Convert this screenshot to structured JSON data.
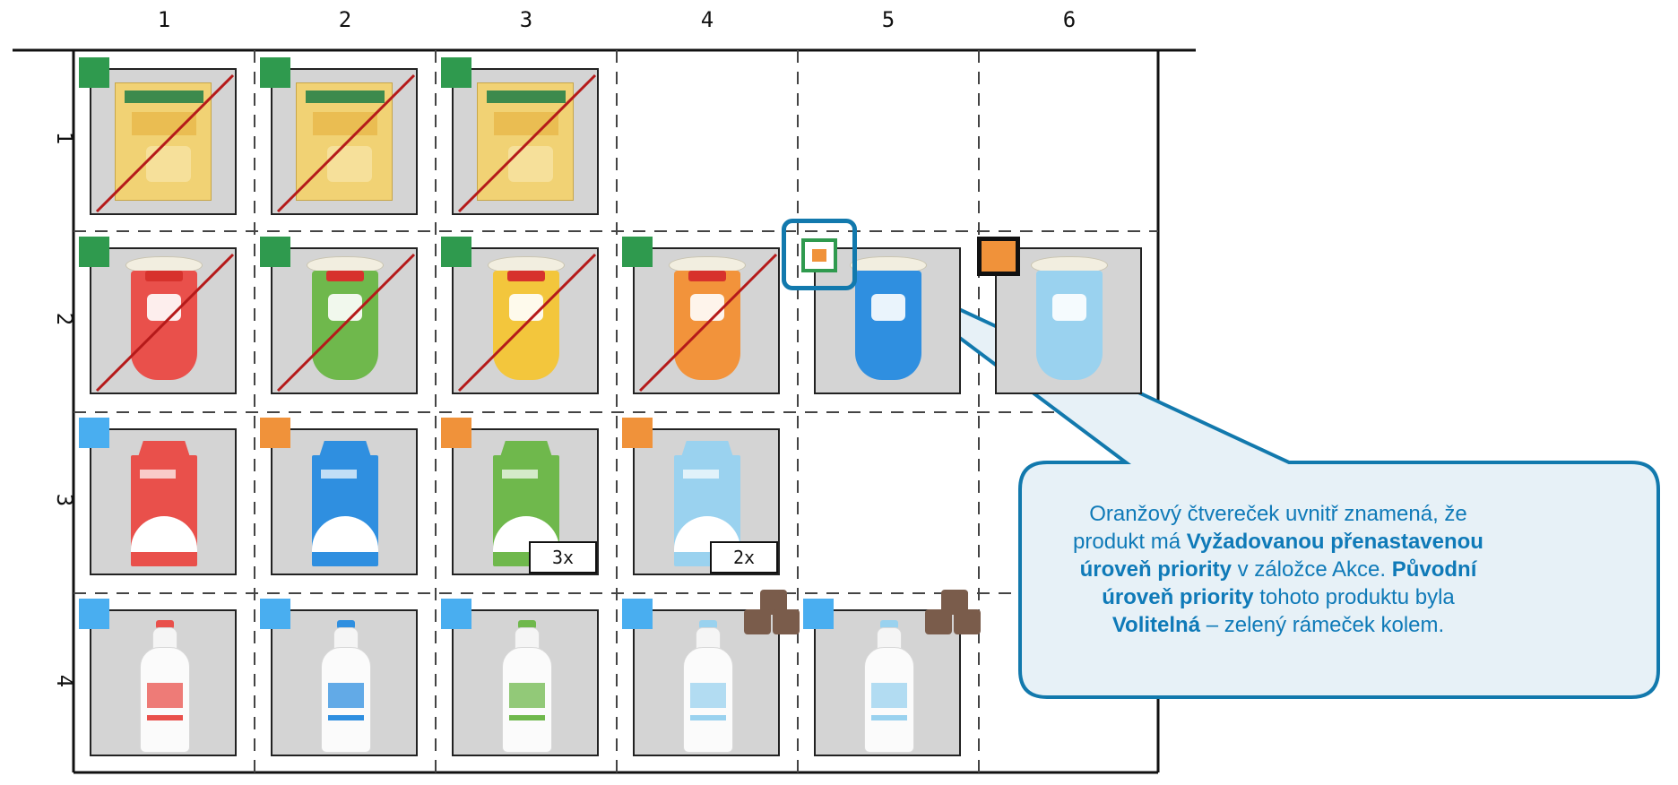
{
  "columns": [
    "1",
    "2",
    "3",
    "4",
    "5",
    "6"
  ],
  "rows": [
    "1",
    "2",
    "3",
    "4"
  ],
  "colors": {
    "green_flag": "#2f9a4e",
    "blue_flag": "#49aef0",
    "orange_flag": "#f0923a",
    "strike_line": "#b51a1a",
    "callout_border": "#1279ad",
    "callout_fill": "#e7f1f7",
    "callout_text": "#0f7ab8"
  },
  "cells": [
    {
      "row": 1,
      "col": 1,
      "product": "cheese-package",
      "flag": "green",
      "crossed": true
    },
    {
      "row": 1,
      "col": 2,
      "product": "cheese-package",
      "flag": "green",
      "crossed": true
    },
    {
      "row": 1,
      "col": 3,
      "product": "cheese-package",
      "flag": "green",
      "crossed": true
    },
    {
      "row": 2,
      "col": 1,
      "product": "yogurt-cup-red",
      "flag": "green",
      "crossed": true
    },
    {
      "row": 2,
      "col": 2,
      "product": "yogurt-cup-green",
      "flag": "green",
      "crossed": true
    },
    {
      "row": 2,
      "col": 3,
      "product": "yogurt-cup-yellow",
      "flag": "green",
      "crossed": true
    },
    {
      "row": 2,
      "col": 4,
      "product": "yogurt-cup-orange",
      "flag": "green",
      "crossed": true
    },
    {
      "row": 2,
      "col": 5,
      "product": "yogurt-cup-blue",
      "flag": "orange-in-green",
      "crossed": false
    },
    {
      "row": 2,
      "col": 6,
      "product": "yogurt-cup-lightblue",
      "flag": "orange-black",
      "crossed": false
    },
    {
      "row": 3,
      "col": 1,
      "product": "milk-carton-red",
      "flag": "blue",
      "crossed": false
    },
    {
      "row": 3,
      "col": 2,
      "product": "milk-carton-blue",
      "flag": "orange",
      "crossed": false
    },
    {
      "row": 3,
      "col": 3,
      "product": "milk-carton-green",
      "flag": "orange",
      "crossed": false,
      "qty": "3x"
    },
    {
      "row": 3,
      "col": 4,
      "product": "milk-carton-lightblue",
      "flag": "orange",
      "crossed": false,
      "qty": "2x"
    },
    {
      "row": 4,
      "col": 1,
      "product": "milk-bottle-red",
      "flag": "blue",
      "crossed": false
    },
    {
      "row": 4,
      "col": 2,
      "product": "milk-bottle-blue",
      "flag": "blue",
      "crossed": false
    },
    {
      "row": 4,
      "col": 3,
      "product": "milk-bottle-green",
      "flag": "blue",
      "crossed": false
    },
    {
      "row": 4,
      "col": 4,
      "product": "milk-bottle-lightblue",
      "flag": "blue",
      "crossed": false,
      "boxes_icon": true
    },
    {
      "row": 4,
      "col": 5,
      "product": "milk-bottle-lightblue",
      "flag": "blue",
      "crossed": false,
      "boxes_icon": true
    }
  ],
  "callout": {
    "line1": "Oranžový čtvereček uvnitř znamená, že",
    "line2_prefix": "produkt má ",
    "line2_bold": "Vyžadovanou přenastavenou",
    "line3_bold": "úroveň priority",
    "line3_suffix": " v záložce Akce. ",
    "line3_bold2": "Původní",
    "line4_bold": "úroveň priority",
    "line4_suffix": " tohoto produktu byla",
    "line5_bold": "Volitelná",
    "line5_suffix": " – zelený rámeček kolem."
  }
}
